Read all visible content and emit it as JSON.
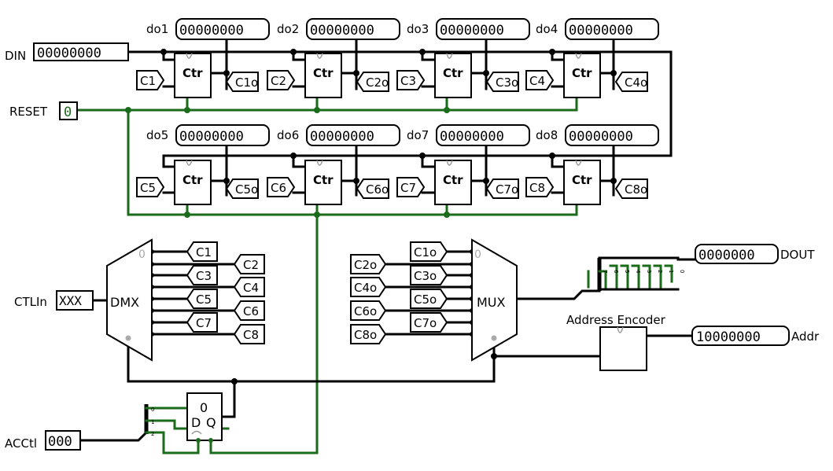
{
  "inputs": {
    "din": {
      "label": "DIN",
      "value": "00000000"
    },
    "reset": {
      "label": "RESET",
      "value": "0"
    },
    "ctlin": {
      "label": "CTLIn",
      "value": "XXX"
    },
    "acctl": {
      "label": "ACCtl",
      "value": "000"
    }
  },
  "outputs": {
    "dout": {
      "label": "DOUT",
      "value": "0000000"
    },
    "addr": {
      "label": "Addr",
      "value": "10000000"
    }
  },
  "counter_label": "Ctr",
  "registers_top": [
    {
      "probe": "do1",
      "value": "00000000",
      "clk": "C1",
      "out": "C1o"
    },
    {
      "probe": "do2",
      "value": "00000000",
      "clk": "C2",
      "out": "C2o"
    },
    {
      "probe": "do3",
      "value": "00000000",
      "clk": "C3",
      "out": "C3o"
    },
    {
      "probe": "do4",
      "value": "00000000",
      "clk": "C4",
      "out": "C4o"
    }
  ],
  "registers_bottom": [
    {
      "probe": "do5",
      "value": "00000000",
      "clk": "C5",
      "out": "C5o"
    },
    {
      "probe": "do6",
      "value": "00000000",
      "clk": "C6",
      "out": "C6o"
    },
    {
      "probe": "do7",
      "value": "00000000",
      "clk": "C7",
      "out": "C7o"
    },
    {
      "probe": "do8",
      "value": "00000000",
      "clk": "C8",
      "out": "C8o"
    }
  ],
  "dmx": {
    "label": "DMX",
    "select_value": "0",
    "left_tunnels": [
      "C1",
      "C3",
      "C5",
      "C7"
    ],
    "right_tunnels": [
      "C2",
      "C4",
      "C6",
      "C8"
    ]
  },
  "mux": {
    "label": "MUX",
    "select_value": "0",
    "left_tunnels": [
      "C2o",
      "C4o",
      "C6o",
      "C8o"
    ],
    "right_tunnels": [
      "C1o",
      "C3o",
      "C5o",
      "C7o"
    ]
  },
  "encoder": {
    "label": "Address Encoder"
  },
  "splitter_bits": [
    "7",
    "6",
    "5",
    "4",
    "3",
    "2",
    "1",
    "0"
  ],
  "acc_splitter_bits": [
    "0",
    "1",
    "2"
  ],
  "flipflop": {
    "state": "0",
    "d": "D",
    "q": "Q"
  }
}
